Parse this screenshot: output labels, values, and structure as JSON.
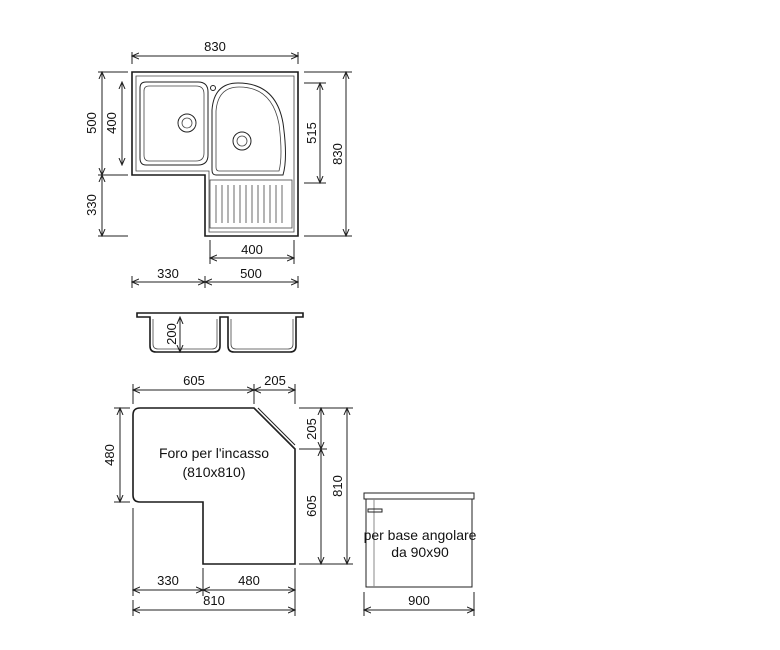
{
  "sink_top_view": {
    "width_total": "830",
    "bowl_left_depth": "400",
    "left_block_depth": "500",
    "drainboard_depth": "330",
    "right_height": "515",
    "height_total": "830",
    "drainboard_width": "400",
    "bottom_left_offset": "330",
    "bottom_right_width": "500"
  },
  "sink_section_view": {
    "bowl_depth": "200"
  },
  "cutout_view": {
    "top_left_width": "605",
    "top_right_chamfer": "205",
    "left_height": "480",
    "right_chamfer_height": "205",
    "right_lower_height": "605",
    "height_total": "810",
    "bottom_left_offset": "330",
    "bottom_right_width": "480",
    "width_total": "810",
    "label_line1": "Foro per l'incasso",
    "label_line2": "(810x810)"
  },
  "cabinet_view": {
    "label_line1": "per base angolare",
    "label_line2": "da 90x90",
    "width": "900"
  }
}
